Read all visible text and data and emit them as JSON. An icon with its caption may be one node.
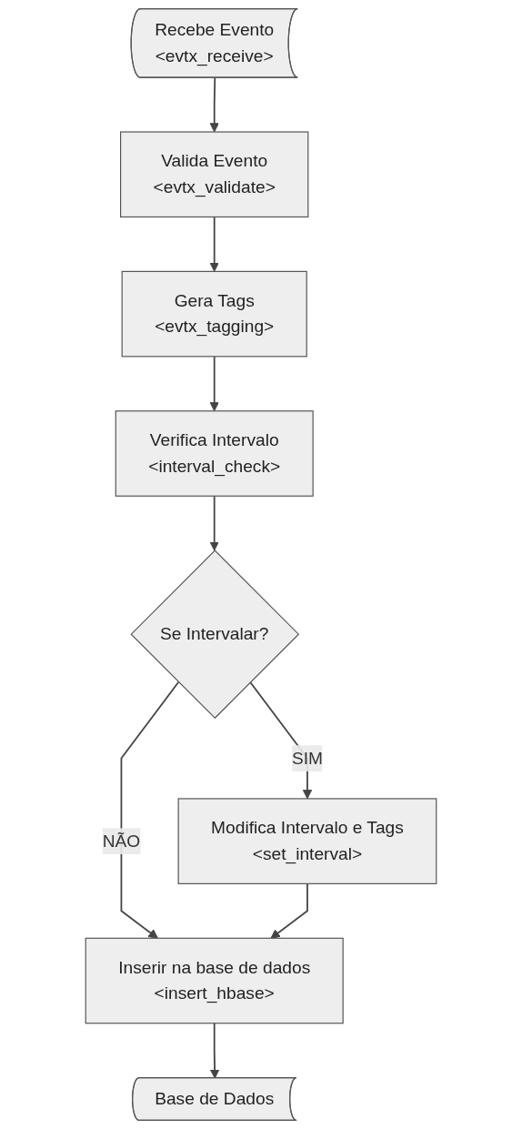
{
  "diagram": {
    "nodes": [
      {
        "text": [
          "Recebe Evento",
          "<evtx_receive>"
        ]
      },
      {
        "text": [
          "Valida Evento",
          "<evtx_validate>"
        ]
      },
      {
        "text": [
          "Gera Tags",
          "<evtx_tagging>"
        ]
      },
      {
        "text": [
          "Verifica Intervalo",
          "<interval_check>"
        ]
      },
      {
        "text": [
          "Se Intervalar?"
        ]
      },
      {
        "text": [
          "Modifica Intervalo e Tags",
          "<set_interval>"
        ]
      },
      {
        "text": [
          "Inserir na base de dados",
          "<insert_hbase>"
        ]
      },
      {
        "text": [
          "Base de Dados"
        ]
      }
    ],
    "edges": [
      {
        "from": 0,
        "to": 1,
        "arrow": "to"
      },
      {
        "from": 1,
        "to": 2,
        "arrow": "to"
      },
      {
        "from": 2,
        "to": 3,
        "arrow": "to"
      },
      {
        "from": 3,
        "to": 4,
        "arrow": "to"
      },
      {
        "from": 4,
        "to": 5,
        "label": "SIM",
        "arrow": "to"
      },
      {
        "from": 4,
        "to": 6,
        "label": "NÃO",
        "arrow": "to"
      },
      {
        "from": 5,
        "to": 6,
        "arrow": "to"
      },
      {
        "from": 6,
        "to": 7,
        "arrow": "to"
      }
    ]
  }
}
